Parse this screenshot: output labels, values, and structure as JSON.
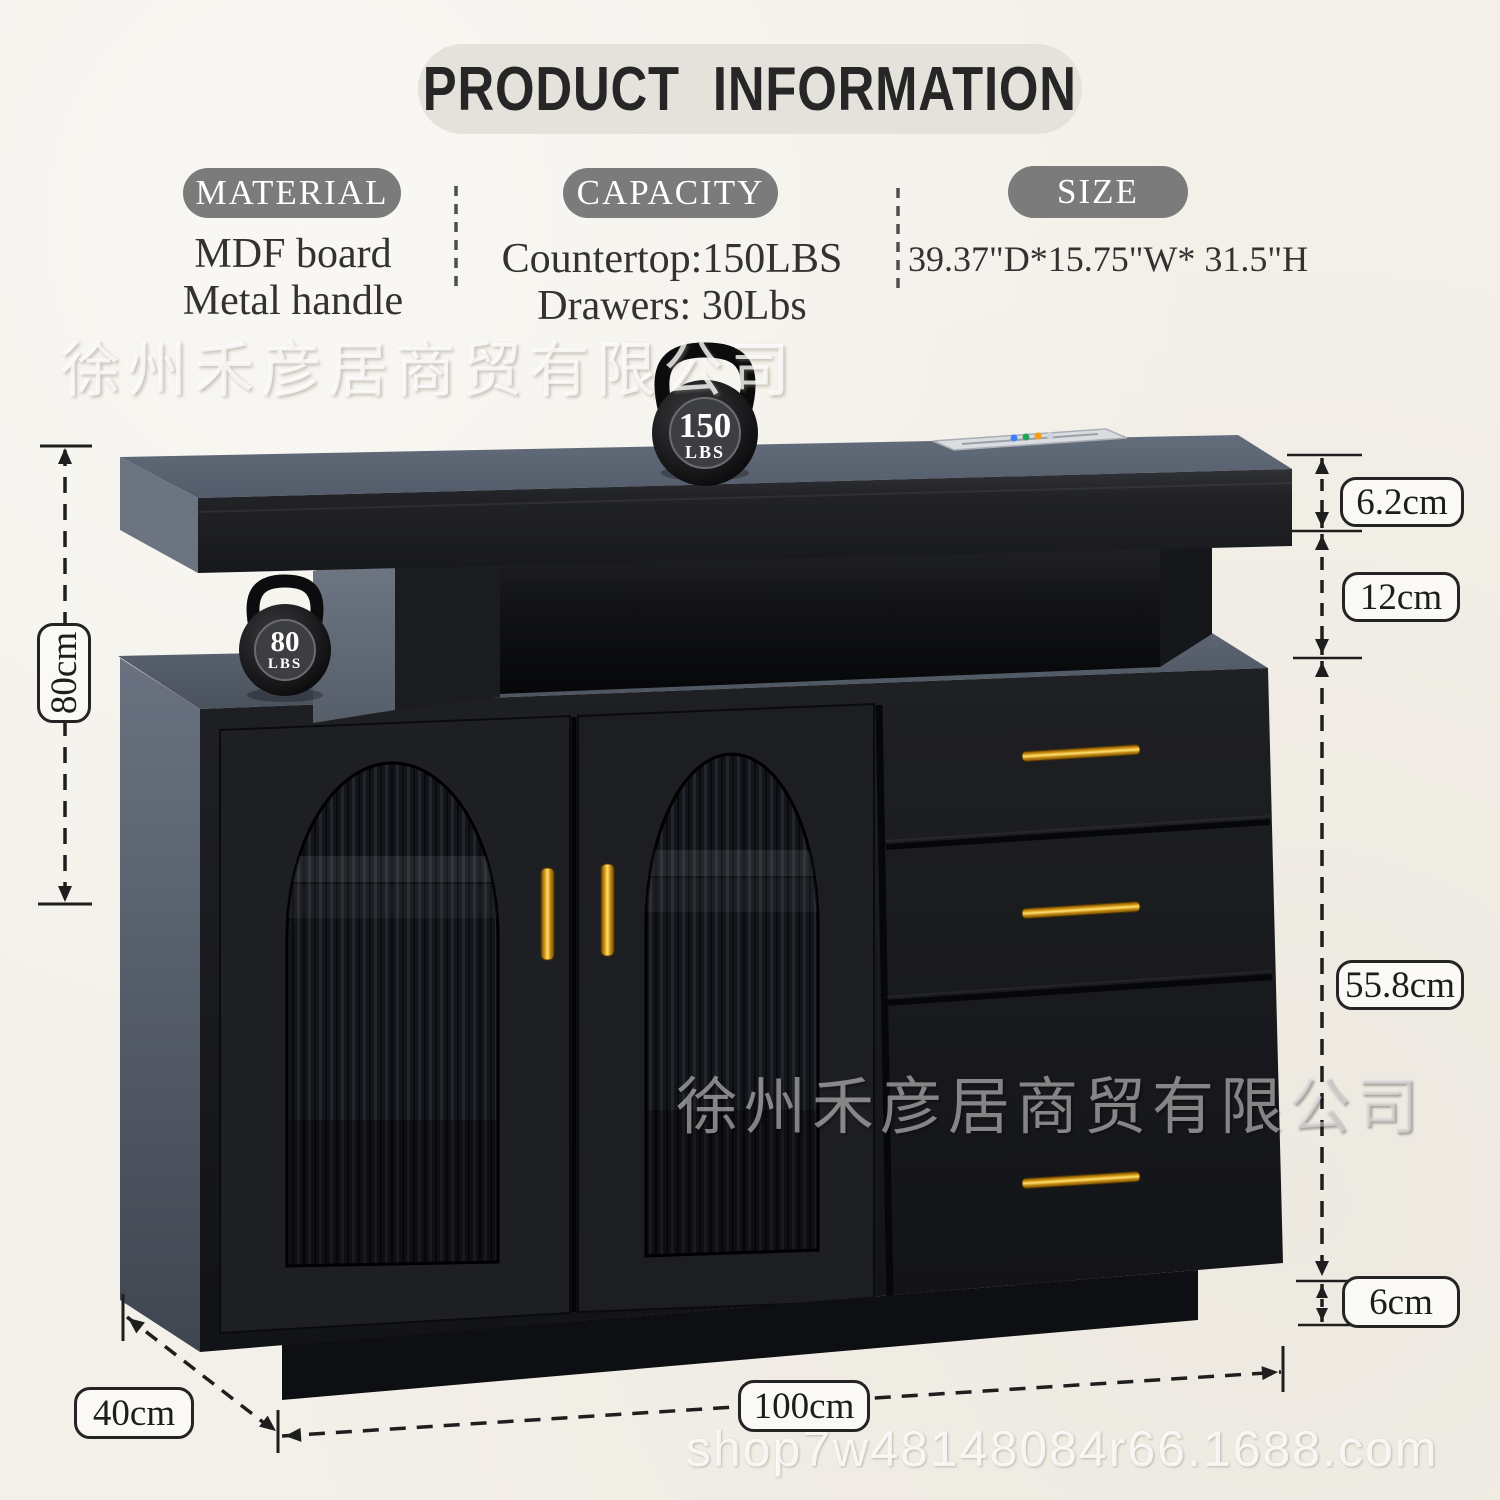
{
  "title": "PRODUCT INFORMATION",
  "sections": {
    "material": {
      "label": "MATERIAL",
      "lines": [
        "MDF board",
        "Metal handle"
      ]
    },
    "capacity": {
      "label": "CAPACITY",
      "lines": [
        "Countertop:150LBS",
        "Drawers: 30Lbs"
      ]
    },
    "size": {
      "label": "SIZE",
      "lines": [
        "39.37\"D*15.75\"W* 31.5\"H"
      ]
    }
  },
  "weights": {
    "countertop": {
      "value": "150",
      "unit": "LBS"
    },
    "shelf": {
      "value": "80",
      "unit": "LBS"
    }
  },
  "dimensions": {
    "top_thickness": "6.2cm",
    "open_shelf_height": "12cm",
    "overall_height": "80cm",
    "body_height": "55.8cm",
    "base_height": "6cm",
    "depth": "40cm",
    "width": "100cm"
  },
  "watermarks": {
    "company": "徐州禾彦居商贸有限公司",
    "shop": "shop7w48148084r66.1688.com"
  },
  "colors": {
    "background": "#f3f0e9",
    "cabinet_black": "#17181b",
    "top_surface_gray": "#5f6875",
    "gold_handle": "#d99c16",
    "section_pill_gray": "#7b7b7b",
    "title_pill_gray": "#e5e2dc"
  }
}
